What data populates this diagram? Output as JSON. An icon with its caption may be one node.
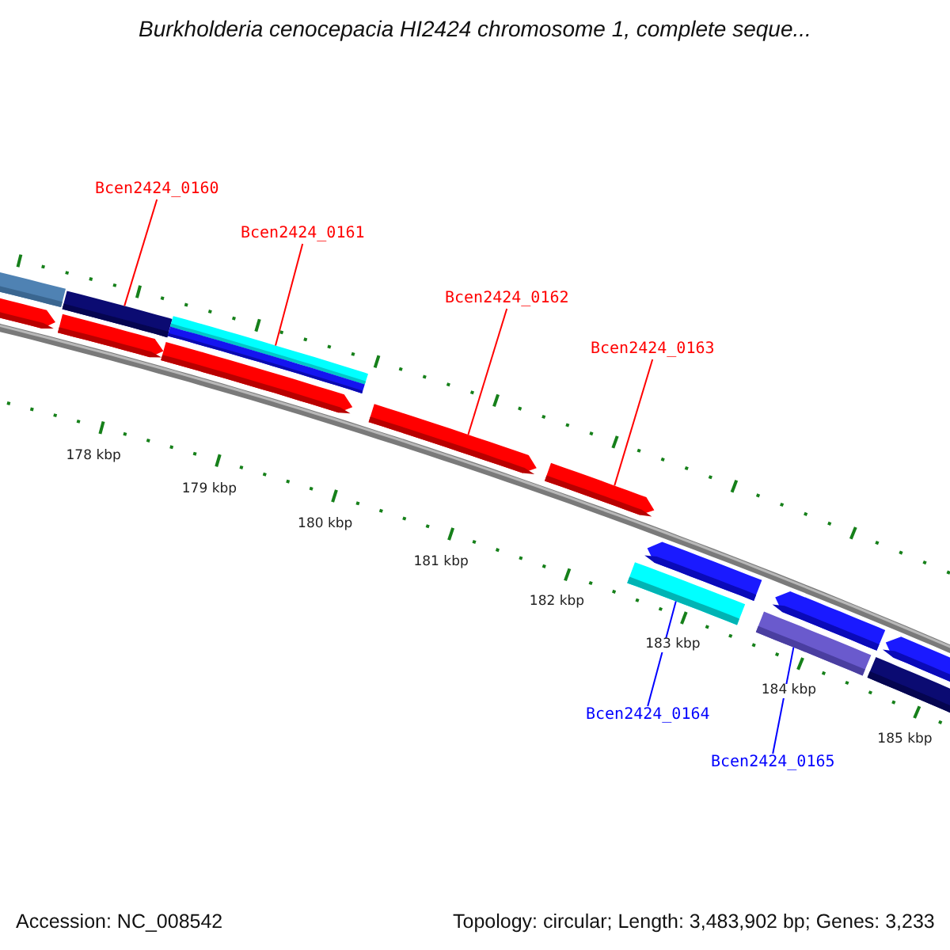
{
  "diagram": {
    "title": "Burkholderia cenocepacia HI2424 chromosome 1, complete seque...",
    "nodes": [
      {
        "text": [
          "Bcen2424_0160"
        ]
      },
      {
        "text": [
          "Bcen2424_0161"
        ]
      },
      {
        "text": [
          "Bcen2424_0162"
        ]
      },
      {
        "text": [
          "Bcen2424_0163"
        ]
      },
      {
        "text": [
          "Bcen2424_0164"
        ]
      },
      {
        "text": [
          "Bcen2424_0165"
        ]
      },
      {
        "text": [],
        "shape": "bar"
      },
      {
        "text": [],
        "shape": "arrow"
      },
      {
        "text": [],
        "shape": "bar"
      },
      {
        "text": [],
        "shape": "arrow"
      },
      {
        "text": [],
        "shape": "bar"
      },
      {
        "text": [],
        "shape": "arrow"
      },
      {
        "text": [],
        "shape": "arrow"
      },
      {
        "text": [],
        "shape": "arrow"
      },
      {
        "text": [],
        "shape": "bar"
      },
      {
        "text": [],
        "shape": "arrow"
      },
      {
        "text": [],
        "shape": "bar"
      },
      {
        "text": [],
        "shape": "arrow"
      },
      {
        "text": [],
        "shape": "bar"
      },
      {
        "text": [],
        "shape": "arrow"
      }
    ],
    "edges": [
      {
        "from": 0,
        "to": 8,
        "arrow": "none"
      },
      {
        "from": 1,
        "to": 10,
        "arrow": "none"
      },
      {
        "from": 2,
        "to": 12,
        "arrow": "none"
      },
      {
        "from": 3,
        "to": 13,
        "arrow": "none"
      },
      {
        "from": 4,
        "to": 14,
        "arrow": "none",
        "color": "#0000ff"
      },
      {
        "from": 5,
        "to": 16,
        "arrow": "none",
        "color": "#0000ff"
      }
    ],
    "labels": [
      "178 kbp",
      "179 kbp",
      "180 kbp",
      "181 kbp",
      "182 kbp",
      "183 kbp",
      "184 kbp",
      "185 kbp",
      "Accession: NC_008542",
      "Topology: circular; Length: 3,483,902 bp; Genes: 3,233"
    ]
  }
}
